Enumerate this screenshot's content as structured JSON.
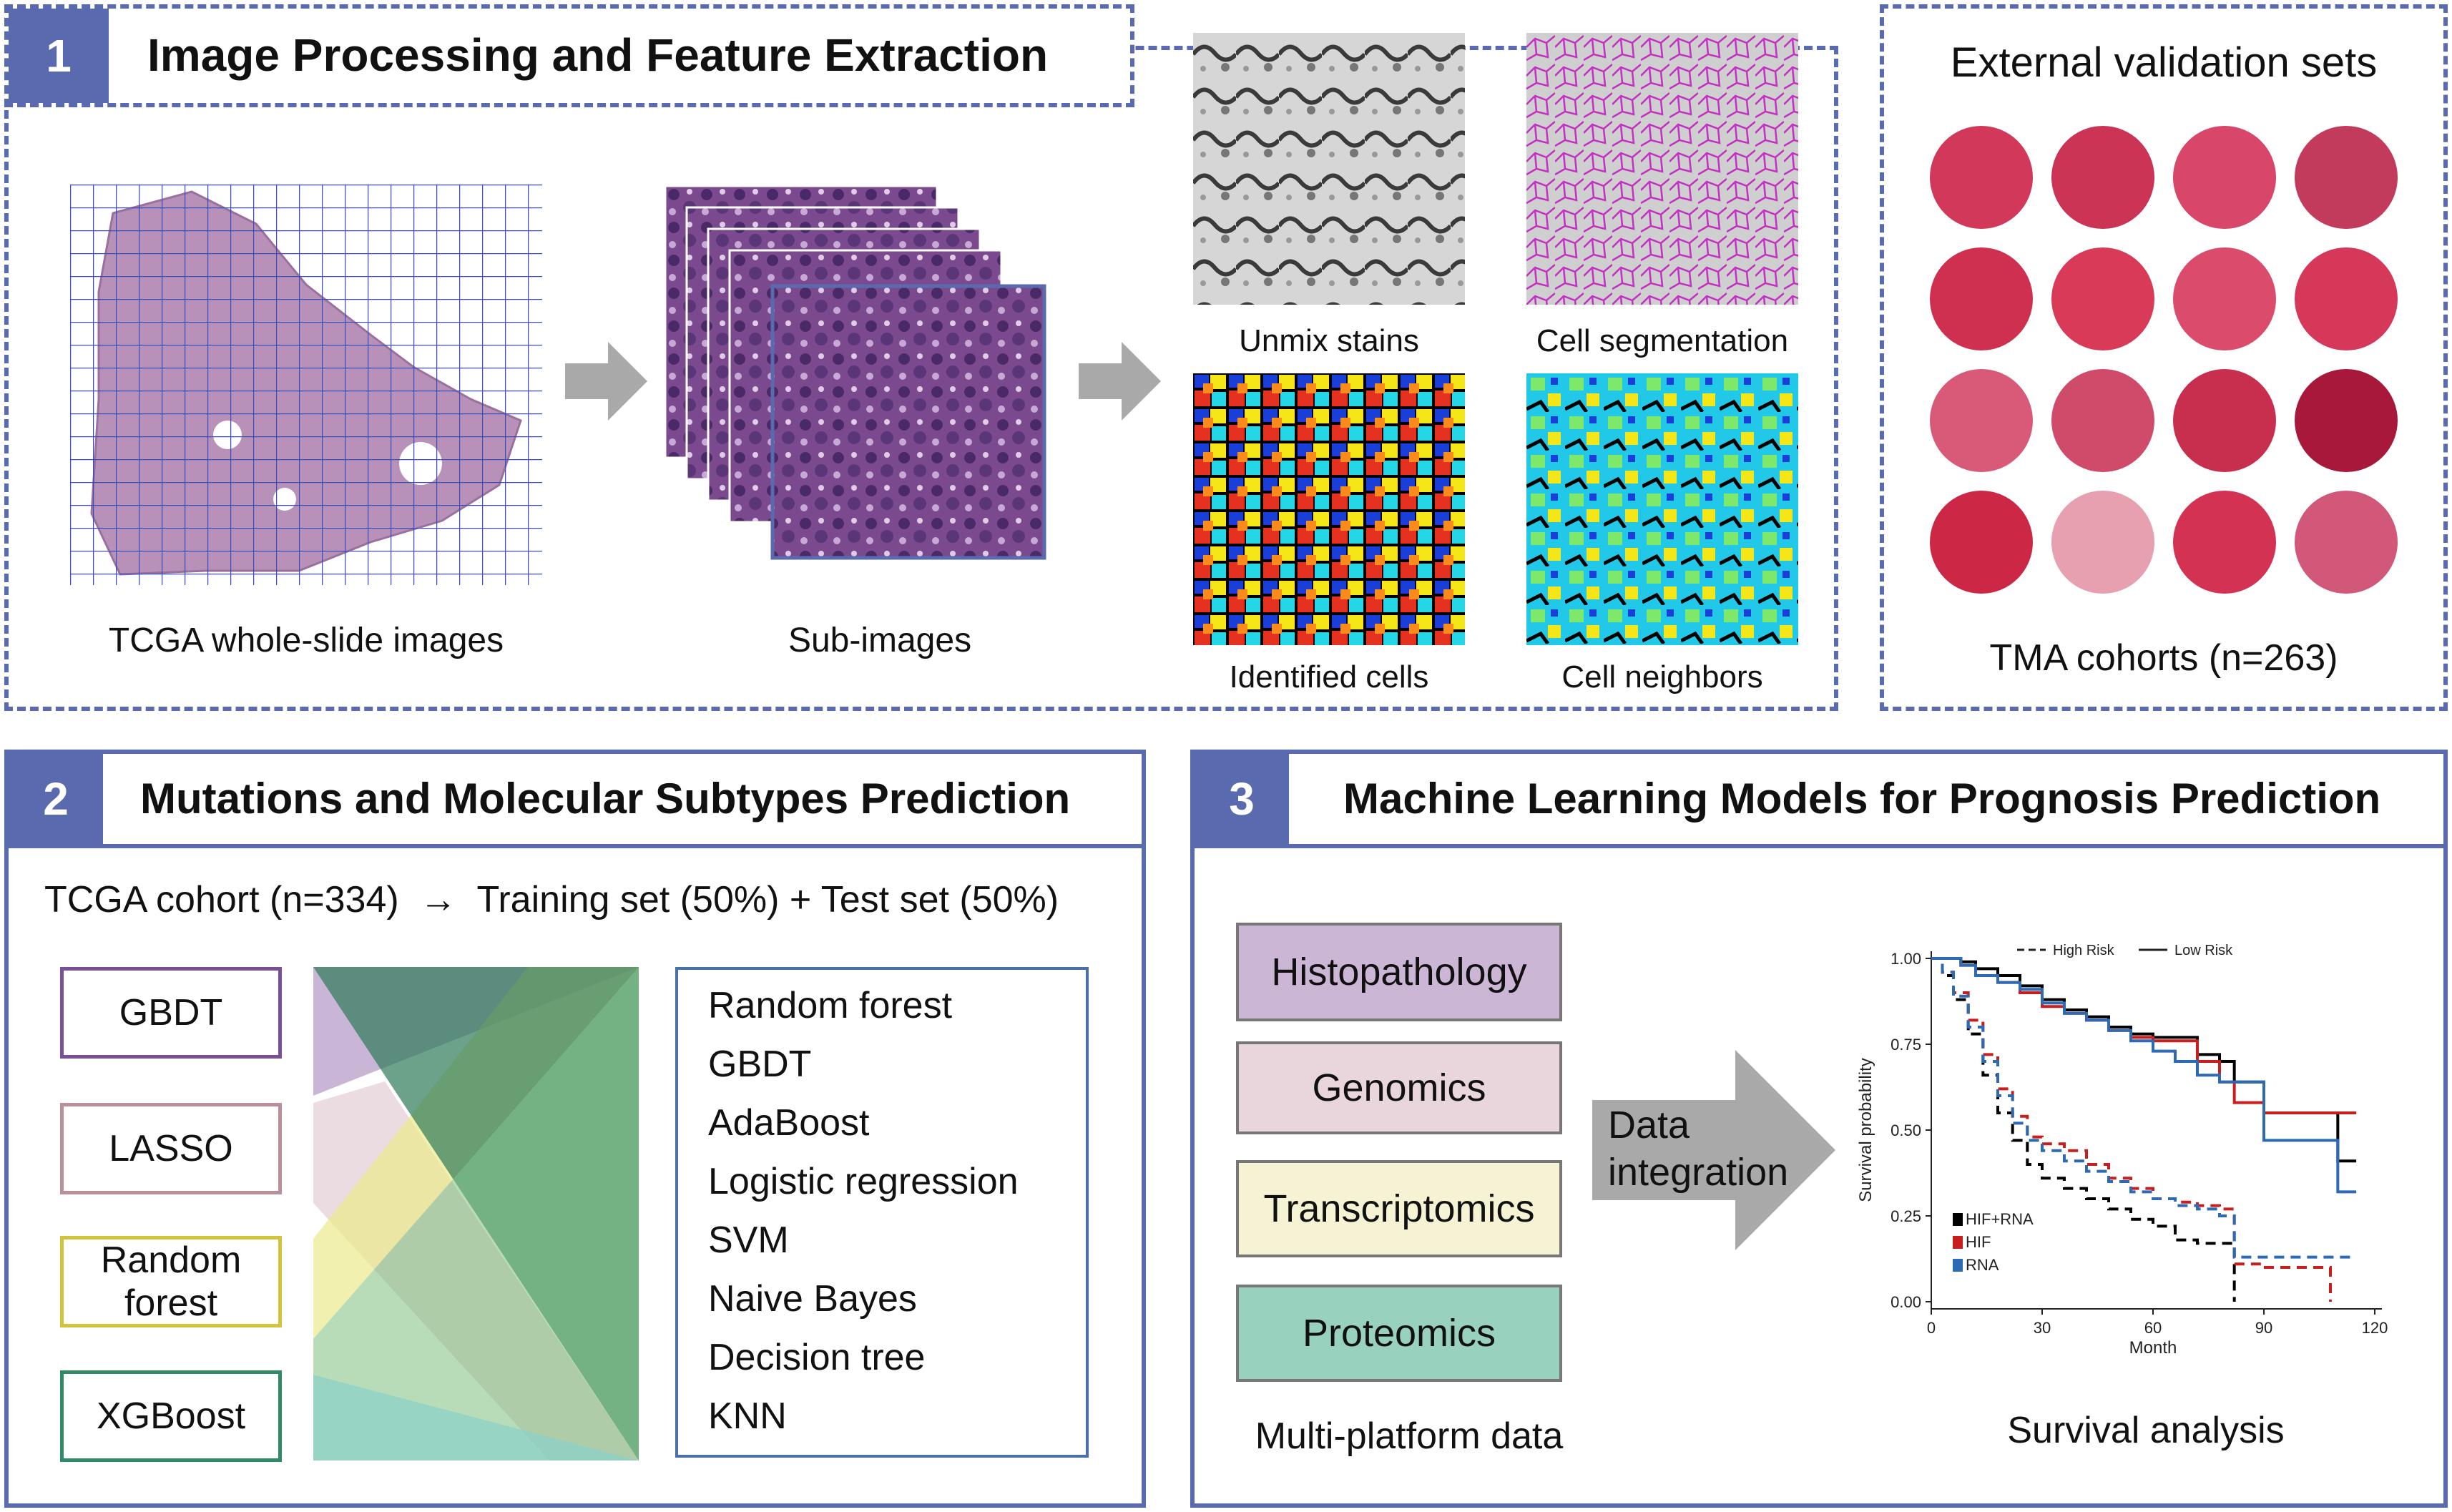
{
  "colors": {
    "accent": "#5a6aae"
  },
  "panel1": {
    "number": "1",
    "title": "Image Processing and Feature Extraction",
    "wsi_label": "TCGA whole-slide images",
    "sub_label": "Sub-images",
    "tiles": [
      {
        "label": "Unmix stains"
      },
      {
        "label": "Cell segmentation"
      },
      {
        "label": "Identified cells"
      },
      {
        "label": "Cell neighbors"
      }
    ]
  },
  "validation": {
    "title": "External validation sets",
    "caption": "TMA cohorts (n=263)"
  },
  "panel2": {
    "number": "2",
    "title": "Mutations and Molecular Subtypes Prediction",
    "cohort_line": "TCGA cohort (n=334)  →  Training set (50%) + Test set (50%)",
    "selectors": [
      {
        "label": "GBDT",
        "color": "#7a4f96"
      },
      {
        "label": "LASSO",
        "color": "#b98f99"
      },
      {
        "label": "Random forest",
        "color": "#d2c43a"
      },
      {
        "label": "XGBoost",
        "color": "#2f8a65"
      }
    ],
    "classifiers": [
      "Random forest",
      "GBDT",
      "AdaBoost",
      "Logistic regression",
      "SVM",
      "Naive Bayes",
      "Decision tree",
      "KNN"
    ]
  },
  "panel3": {
    "number": "3",
    "title": "Machine Learning Models for Prognosis Prediction",
    "platforms": [
      {
        "label": "Histopathology",
        "color": "#cbb6d5"
      },
      {
        "label": "Genomics",
        "color": "#e9d6dc"
      },
      {
        "label": "Transcriptomics",
        "color": "#f6f3d4"
      },
      {
        "label": "Proteomics",
        "color": "#99d1bf"
      }
    ],
    "platforms_caption": "Multi-platform data",
    "arrow_label": "Data integration",
    "survival_caption": "Survival analysis"
  },
  "chart_data": {
    "type": "line",
    "xlabel": "Month",
    "ylabel": "Survival probability",
    "xlim": [
      0,
      120
    ],
    "ylim": [
      0,
      1
    ],
    "xticks": [
      0,
      30,
      60,
      90,
      120
    ],
    "yticks": [
      "0.00",
      "0.25",
      "0.50",
      "0.75",
      "1.00"
    ],
    "linestyle_legend": [
      "High Risk",
      "Low Risk"
    ],
    "color_legend": [
      "HIF+RNA",
      "HIF",
      "RNA"
    ],
    "series": [
      {
        "name": "HIF+RNA",
        "risk": "Low Risk",
        "color": "#000000",
        "dashed": false,
        "x": [
          0,
          8,
          12,
          18,
          24,
          30,
          36,
          42,
          48,
          54,
          60,
          66,
          72,
          78,
          82,
          90,
          100,
          110,
          115
        ],
        "y": [
          1.0,
          0.99,
          0.97,
          0.95,
          0.92,
          0.88,
          0.85,
          0.83,
          0.8,
          0.78,
          0.77,
          0.77,
          0.72,
          0.7,
          0.64,
          0.55,
          0.55,
          0.41,
          0.41
        ]
      },
      {
        "name": "HIF",
        "risk": "Low Risk",
        "color": "#c81e1e",
        "dashed": false,
        "x": [
          0,
          8,
          12,
          18,
          24,
          30,
          36,
          42,
          48,
          54,
          60,
          66,
          72,
          78,
          82,
          90,
          100,
          110,
          115
        ],
        "y": [
          1.0,
          0.98,
          0.95,
          0.93,
          0.9,
          0.86,
          0.84,
          0.82,
          0.79,
          0.77,
          0.76,
          0.76,
          0.7,
          0.64,
          0.58,
          0.55,
          0.55,
          0.55,
          0.55
        ]
      },
      {
        "name": "RNA",
        "risk": "Low Risk",
        "color": "#2d6ab4",
        "dashed": false,
        "x": [
          0,
          8,
          12,
          18,
          24,
          30,
          36,
          42,
          48,
          54,
          60,
          66,
          72,
          78,
          82,
          90,
          100,
          110,
          115
        ],
        "y": [
          1.0,
          0.98,
          0.95,
          0.93,
          0.91,
          0.87,
          0.84,
          0.82,
          0.79,
          0.76,
          0.73,
          0.7,
          0.66,
          0.64,
          0.64,
          0.47,
          0.47,
          0.32,
          0.32
        ]
      },
      {
        "name": "HIF+RNA",
        "risk": "High Risk",
        "color": "#000000",
        "dashed": true,
        "x": [
          0,
          3,
          6,
          10,
          14,
          18,
          22,
          26,
          30,
          36,
          42,
          48,
          54,
          60,
          66,
          72,
          78,
          82
        ],
        "y": [
          1.0,
          0.95,
          0.88,
          0.78,
          0.66,
          0.55,
          0.47,
          0.4,
          0.36,
          0.33,
          0.3,
          0.27,
          0.24,
          0.22,
          0.18,
          0.17,
          0.17,
          0.0
        ]
      },
      {
        "name": "HIF",
        "risk": "High Risk",
        "color": "#c81e1e",
        "dashed": true,
        "x": [
          0,
          3,
          6,
          10,
          14,
          18,
          22,
          26,
          30,
          36,
          42,
          48,
          54,
          60,
          66,
          72,
          78,
          82,
          90,
          100,
          108
        ],
        "y": [
          1.0,
          0.96,
          0.9,
          0.82,
          0.72,
          0.62,
          0.54,
          0.48,
          0.46,
          0.44,
          0.4,
          0.36,
          0.33,
          0.3,
          0.29,
          0.28,
          0.27,
          0.11,
          0.1,
          0.1,
          0.0
        ]
      },
      {
        "name": "RNA",
        "risk": "High Risk",
        "color": "#2d6ab4",
        "dashed": true,
        "x": [
          0,
          3,
          6,
          10,
          14,
          18,
          22,
          26,
          30,
          36,
          42,
          48,
          54,
          60,
          66,
          72,
          78,
          82,
          90,
          100,
          115
        ],
        "y": [
          1.0,
          0.96,
          0.89,
          0.8,
          0.7,
          0.6,
          0.52,
          0.47,
          0.44,
          0.41,
          0.38,
          0.35,
          0.32,
          0.3,
          0.28,
          0.27,
          0.25,
          0.13,
          0.13,
          0.13,
          0.13
        ]
      }
    ]
  }
}
